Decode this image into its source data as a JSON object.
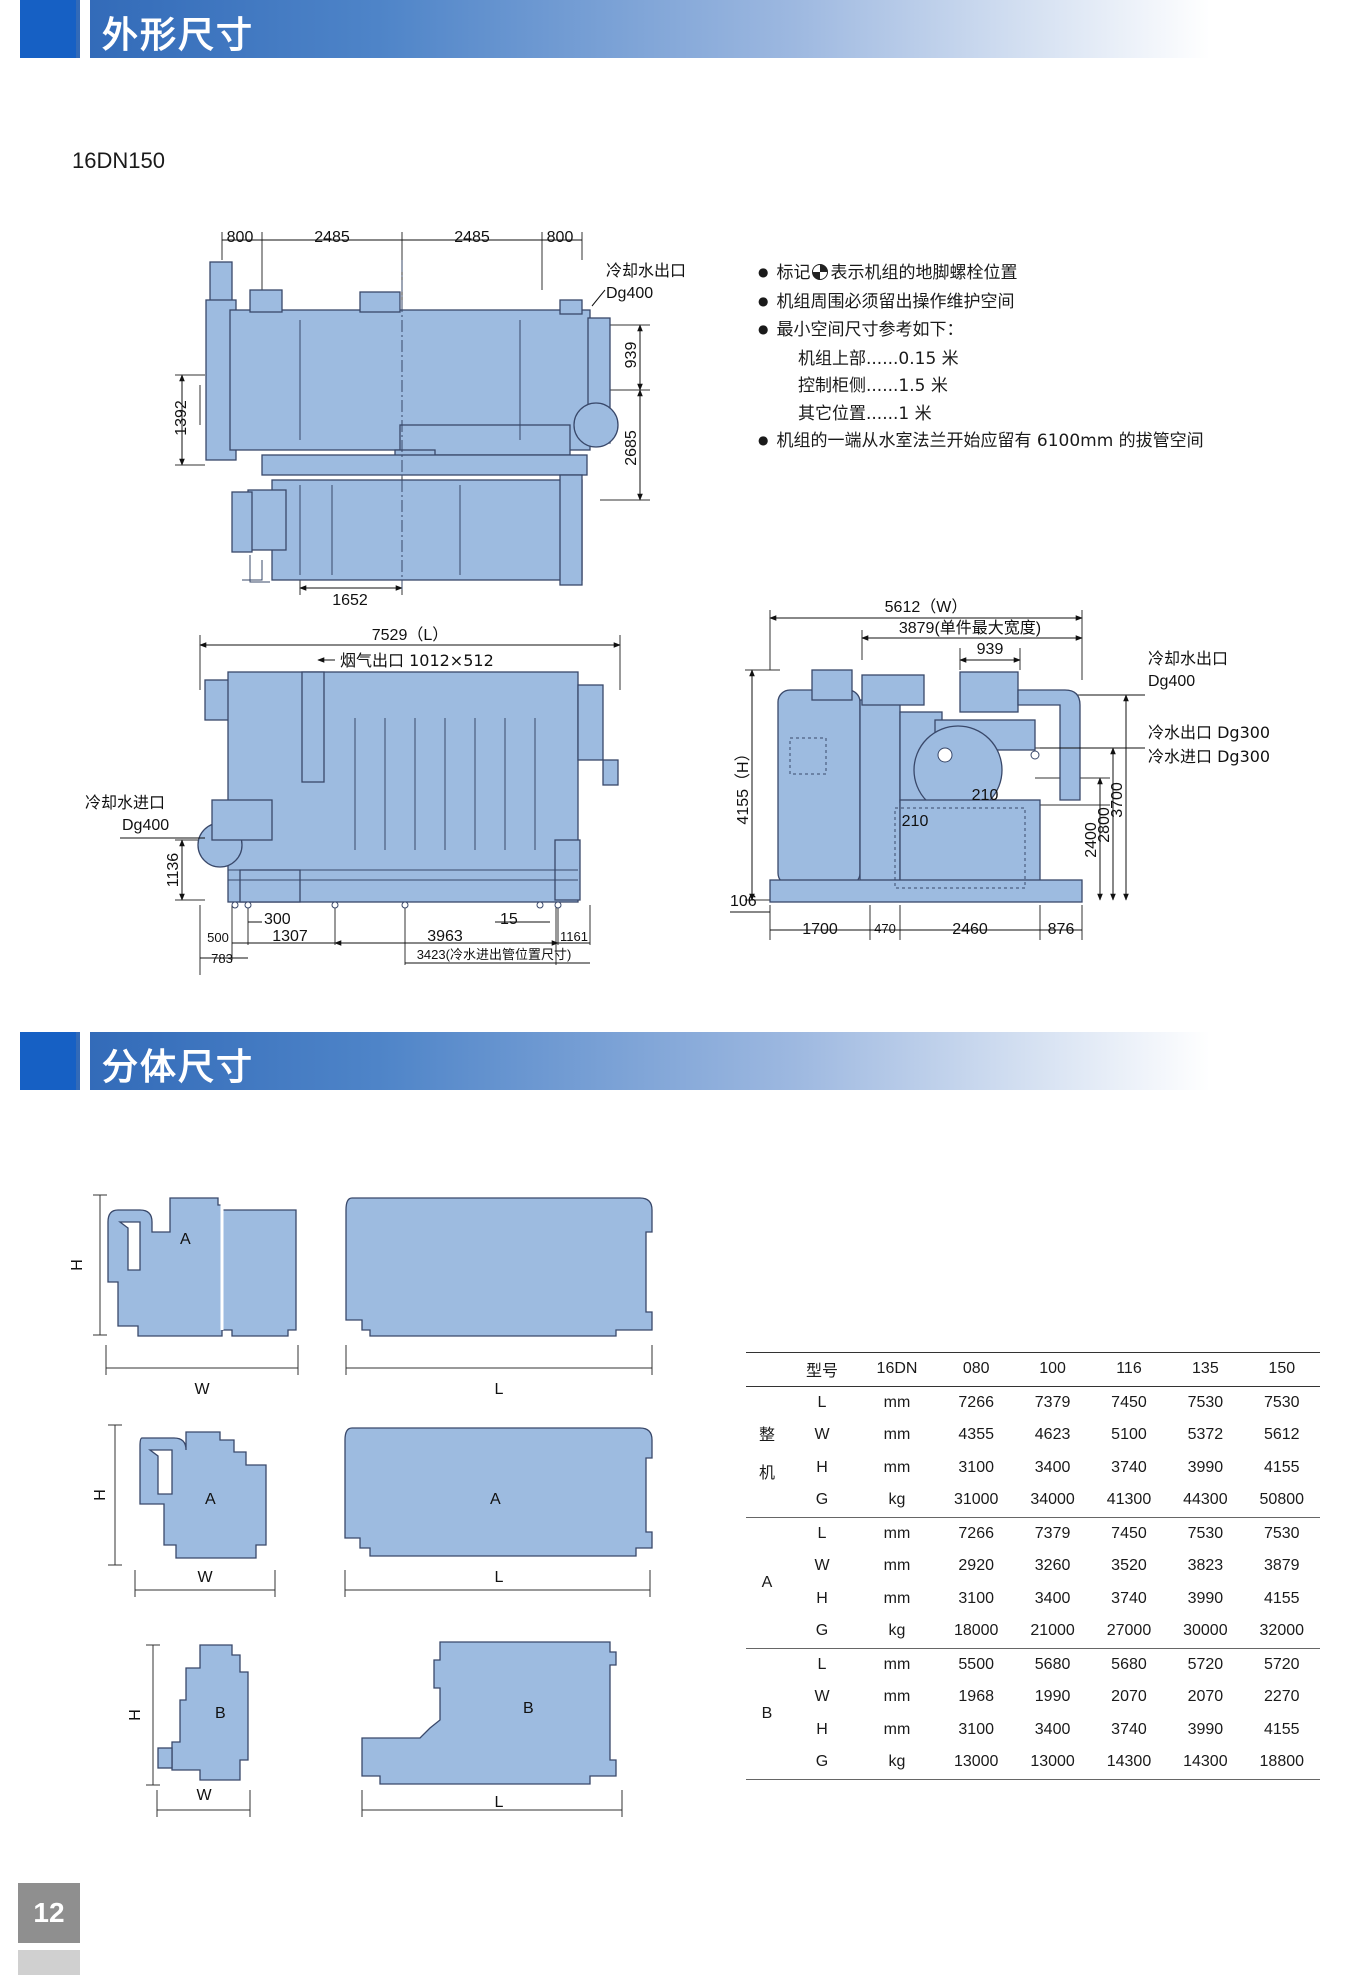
{
  "sections": {
    "outline_title": "外形尺寸",
    "split_title": "分体尺寸"
  },
  "model_name": "16DN150",
  "top_view": {
    "dims_top": [
      "800",
      "2485",
      "2485",
      "800"
    ],
    "dim_bottom": "1652",
    "dim_left": "1392",
    "dim_right_upper": "939",
    "dim_right_lower": "2685",
    "outlet_label": "冷却水出口",
    "outlet_size": "Dg400"
  },
  "notes": [
    "标记",
    "表示机组的地脚螺栓位置",
    "机组周围必须留出操作维护空间",
    "最小空间尺寸参考如下：",
    "机组上部......0.15 米",
    "控制柜侧......1.5 米",
    "其它位置......1 米",
    "机组的一端从水室法兰开始应留有 6100mm 的拔管空间"
  ],
  "front_view": {
    "dim_length": "7529（L）",
    "flue_label": "烟气出口 1012×512",
    "inlet_label": "冷却水进口",
    "inlet_size": "Dg400",
    "dim_1136": "1136",
    "dim_300": "300",
    "dim_15": "15",
    "dim_500": "500",
    "dim_1307": "1307",
    "dim_3963": "3963",
    "dim_1161": "1161",
    "dim_783": "783",
    "dim_3423": "3423(冷水进出管位置尺寸)"
  },
  "side_view": {
    "dim_width": "5612（W）",
    "dim_max_width": "3879(单件最大宽度)",
    "dim_939": "939",
    "dim_height": "4155（H）",
    "dim_210a": "210",
    "dim_210b": "210",
    "dim_2400": "2400",
    "dim_2800": "2800",
    "dim_3700": "3700",
    "dim_106": "106",
    "dim_1700": "1700",
    "dim_470": "470",
    "dim_2460": "2460",
    "dim_876": "876",
    "cooling_outlet": "冷却水出口",
    "cooling_outlet_size": "Dg400",
    "chilled_outlet": "冷水出口 Dg300",
    "chilled_inlet": "冷水进口 Dg300"
  },
  "split_diagrams": {
    "H": "H",
    "W": "W",
    "L": "L",
    "A": "A",
    "B": "B"
  },
  "spec_table": {
    "header": [
      "型号",
      "16DN",
      "080",
      "100",
      "116",
      "135",
      "150"
    ],
    "groups": [
      {
        "name": "整机",
        "name_lines": [
          "整",
          "机"
        ],
        "rows": [
          {
            "param": "L",
            "unit": "mm",
            "values": [
              "7266",
              "7379",
              "7450",
              "7530",
              "7530"
            ]
          },
          {
            "param": "W",
            "unit": "mm",
            "values": [
              "4355",
              "4623",
              "5100",
              "5372",
              "5612"
            ]
          },
          {
            "param": "H",
            "unit": "mm",
            "values": [
              "3100",
              "3400",
              "3740",
              "3990",
              "4155"
            ]
          },
          {
            "param": "G",
            "unit": "kg",
            "values": [
              "31000",
              "34000",
              "41300",
              "44300",
              "50800"
            ]
          }
        ]
      },
      {
        "name": "A",
        "rows": [
          {
            "param": "L",
            "unit": "mm",
            "values": [
              "7266",
              "7379",
              "7450",
              "7530",
              "7530"
            ]
          },
          {
            "param": "W",
            "unit": "mm",
            "values": [
              "2920",
              "3260",
              "3520",
              "3823",
              "3879"
            ]
          },
          {
            "param": "H",
            "unit": "mm",
            "values": [
              "3100",
              "3400",
              "3740",
              "3990",
              "4155"
            ]
          },
          {
            "param": "G",
            "unit": "kg",
            "values": [
              "18000",
              "21000",
              "27000",
              "30000",
              "32000"
            ]
          }
        ]
      },
      {
        "name": "B",
        "rows": [
          {
            "param": "L",
            "unit": "mm",
            "values": [
              "5500",
              "5680",
              "5680",
              "5720",
              "5720"
            ]
          },
          {
            "param": "W",
            "unit": "mm",
            "values": [
              "1968",
              "1990",
              "2070",
              "2070",
              "2270"
            ]
          },
          {
            "param": "H",
            "unit": "mm",
            "values": [
              "3100",
              "3400",
              "3740",
              "3990",
              "4155"
            ]
          },
          {
            "param": "G",
            "unit": "kg",
            "values": [
              "13000",
              "13000",
              "14300",
              "14300",
              "18800"
            ]
          }
        ]
      }
    ]
  },
  "page_number": "12",
  "colors": {
    "machine_fill": "#9dbbe0",
    "header_blue": "#1660c4"
  }
}
